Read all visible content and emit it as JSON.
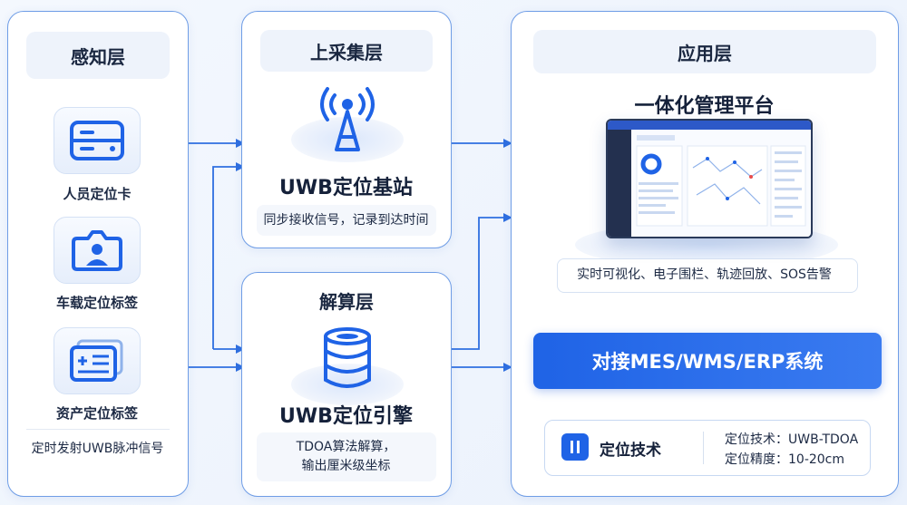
{
  "perception": {
    "title": "感知层",
    "items": [
      {
        "label": "人员定位卡",
        "icon": "id-card-icon"
      },
      {
        "label": "车载定位标签",
        "icon": "vehicle-tag-icon"
      },
      {
        "label": "资产定位标签",
        "icon": "asset-tag-icon"
      }
    ],
    "footer": "定时发射UWB脉冲信号"
  },
  "collection": {
    "title": "上采集层",
    "device": "UWB定位基站",
    "icon": "antenna-tower-icon",
    "desc": "同步接收信号，记录到达时间"
  },
  "solver": {
    "title": "解算层",
    "engine": "UWB定位引擎",
    "icon": "database-icon",
    "desc_line1": "TDOA算法解算，",
    "desc_line2": "输出厘米级坐标"
  },
  "application": {
    "title": "应用层",
    "platform": "一体化管理平台",
    "features": "实时可视化、电子围栏、轨迹回放、SOS告警",
    "integration": "对接MES/WMS/ERP系统",
    "tech_title": "定位技术",
    "tech_line1": "定位技术：UWB-TDOA",
    "tech_line2": "定位精度：10-20cm"
  },
  "colors": {
    "accent": "#1f63e6",
    "border": "#6f9de6",
    "arrow": "#2f6fe0"
  }
}
